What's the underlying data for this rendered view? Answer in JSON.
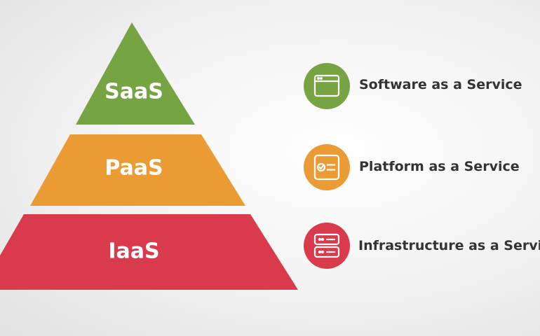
{
  "colors": {
    "saas": "#77a442",
    "paas": "#eb9b33",
    "iaas": "#d93a4c",
    "text_dark": "#333333"
  },
  "pyramid": {
    "tiers": [
      {
        "label": "SaaS"
      },
      {
        "label": "PaaS"
      },
      {
        "label": "IaaS"
      }
    ]
  },
  "legend": {
    "items": [
      {
        "label": "Software as a Service",
        "icon": "browser-window-icon"
      },
      {
        "label": "Platform as a Service",
        "icon": "platform-panel-icon"
      },
      {
        "label": "Infrastructure as a Service",
        "icon": "server-stack-icon"
      }
    ]
  }
}
